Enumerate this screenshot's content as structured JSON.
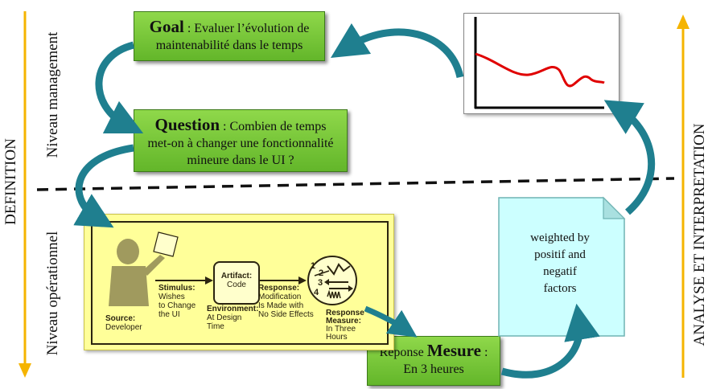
{
  "left_axis": {
    "label": "DEFINITION"
  },
  "right_axis": {
    "label": "ANALYSE ET INTERPRETATION"
  },
  "levels": {
    "management": "Niveau management",
    "operational": "Niveau opérationnel"
  },
  "goal": {
    "keyword": "Goal",
    "text_line1": " : Evaluer l’évolution de",
    "text_line2": "maintenabilité dans le temps"
  },
  "question": {
    "keyword": "Question",
    "text_line1": " : Combien de temps",
    "text_line2": "met-on à changer une fonctionnalité",
    "text_line3": "mineure dans le UI ?"
  },
  "mesure": {
    "prefix": "Réponse ",
    "keyword": "Mesure",
    "suffix": " :",
    "line2": "En 3 heures"
  },
  "note": {
    "line1": "weighted  by",
    "line2": "positif and",
    "line3": "negatif",
    "line4": "factors"
  },
  "scenario": {
    "source_title": "Source:",
    "source_value": "Developer",
    "stimulus_title": "Stimulus:",
    "stimulus_l1": "Wishes",
    "stimulus_l2": "to Change",
    "stimulus_l3": "the UI",
    "artifact_title": "Artifact:",
    "artifact_value": "Code",
    "environment_title": "Environment:",
    "environment_l1": "At Design",
    "environment_l2": "Time",
    "response_title": "Response:",
    "response_l1": "Modification",
    "response_l2": "Is Made with",
    "response_l3": "No Side Effects",
    "rmeasure_title1": "Response",
    "rmeasure_title2": "Measure:",
    "rmeasure_l1": "In Three",
    "rmeasure_l2": "Hours",
    "dial_numbers": [
      "1",
      "2",
      "3",
      "4"
    ]
  },
  "colors": {
    "green_box": "#7ac943",
    "yellow_panel": "#ffff99",
    "note": "#ccffff",
    "arrow_teal": "#1f7f8f",
    "axis_orange": "#f5b400",
    "curve_red": "#e00000"
  }
}
